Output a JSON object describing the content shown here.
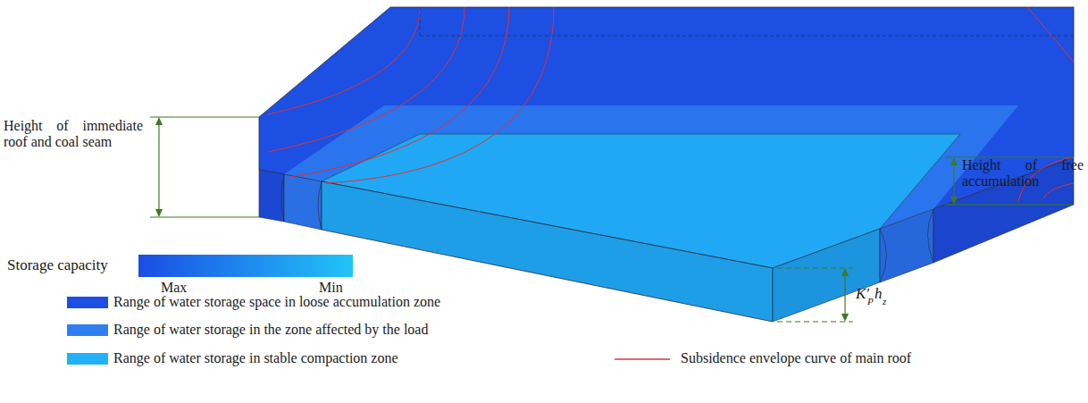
{
  "diagram": {
    "labels": [
      "Height of immediate roof and coal seam",
      "Height of free accumulation",
      "Storage capacity",
      "Max",
      "Min",
      "K′",
      "P",
      "h",
      "z"
    ],
    "legend": [
      {
        "text": "Range of water storage space in loose accumulation zone",
        "color": "#1c4fe2"
      },
      {
        "text": "Range of water storage in the zone affected by the load",
        "color": "#2f7ff0"
      },
      {
        "text": "Range of water storage in stable compaction zone",
        "color": "#22b0f6"
      },
      {
        "text": "Subsidence envelope curve of main roof"
      }
    ]
  }
}
